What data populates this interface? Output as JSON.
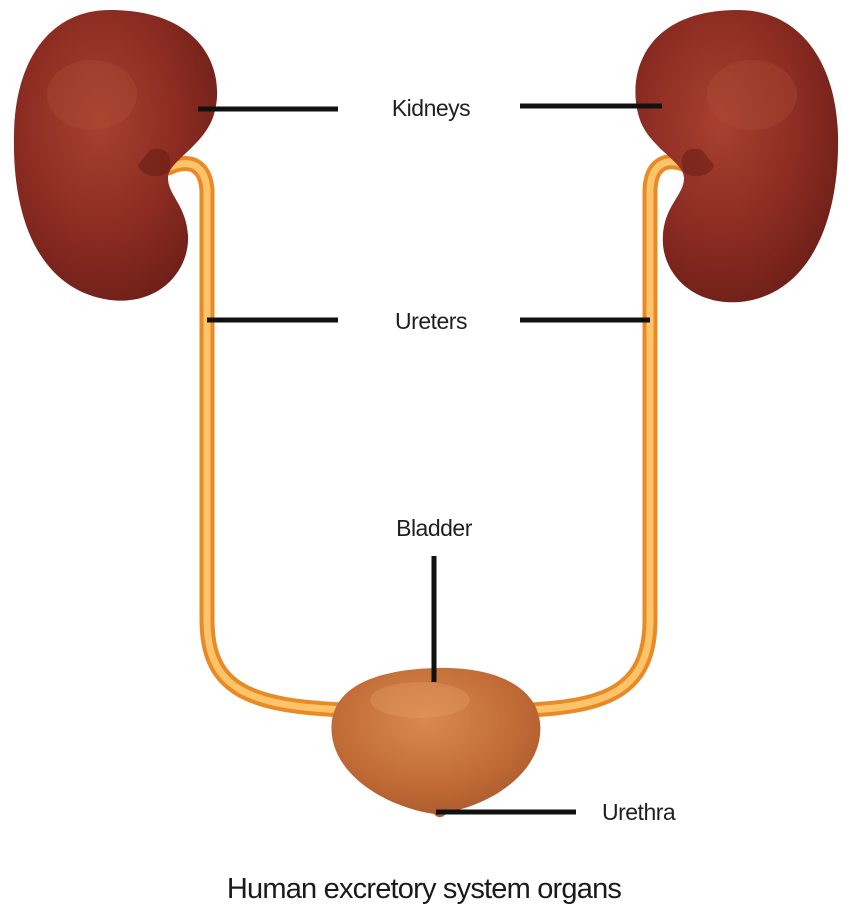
{
  "labels": {
    "kidneys": "Kidneys",
    "ureters": "Ureters",
    "bladder": "Bladder",
    "urethra": "Urethra"
  },
  "caption": "Human excretory system organs",
  "colors": {
    "kidney": "#8e2b22",
    "ureter": "#f5a23c",
    "bladder": "#c8703a",
    "leader_line": "#111111"
  }
}
